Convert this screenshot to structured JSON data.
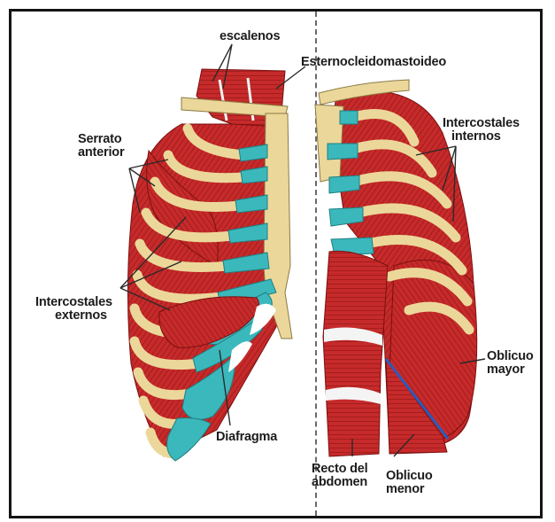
{
  "labels": {
    "escalenos": "escalenos",
    "esternocleidomastoideo": "Esternocleidomastoideo",
    "serrato": [
      "Serrato",
      "anterior"
    ],
    "intercostales_externos": [
      "Intercostales",
      "externos"
    ],
    "diafragma": "Diafragma",
    "intercostales_internos": [
      "Intercostales",
      "internos"
    ],
    "oblicuo_mayor": [
      "Oblicuo",
      "mayor"
    ],
    "recto_abdomen": [
      "Recto del",
      "abdomen"
    ],
    "oblicuo_menor": [
      "Oblicuo",
      "menor"
    ]
  },
  "colors": {
    "muscle": "#c62a2a",
    "muscle_dark": "#8e1414",
    "bone": "#ecd79a",
    "cartilage": "#3bb8bc",
    "frame": "#141414",
    "divider": "#6a6a6a",
    "leader": "#2a2a2a"
  }
}
